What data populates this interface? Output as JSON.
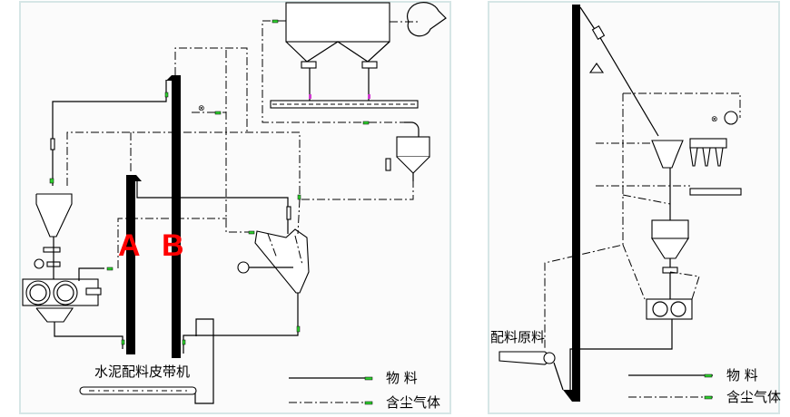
{
  "left_diagram": {
    "elevator_a_label": "A",
    "elevator_b_label": "B",
    "conveyor_label": "水泥配料皮带机",
    "legend": {
      "material_label": "物  料",
      "dust_gas_label": "含尘气体"
    }
  },
  "right_diagram": {
    "raw_material_label": "配料原料",
    "legend": {
      "material_label": "物  料",
      "dust_gas_label": "含尘气体"
    }
  },
  "colors": {
    "label_red": "#ff0000",
    "marker_green": "#2fd12f",
    "marker_magenta": "#d23ad2"
  }
}
